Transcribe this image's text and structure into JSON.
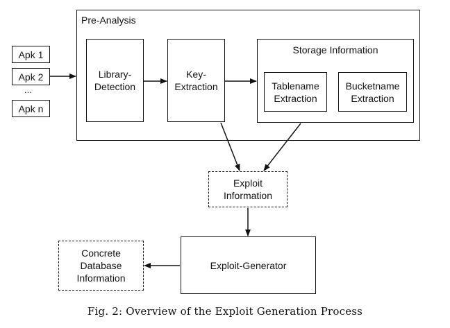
{
  "diagram": {
    "inputs": [
      "Apk 1",
      "Apk 2",
      "...",
      "Apk n"
    ],
    "pre_analysis": {
      "title": "Pre-Analysis",
      "library_detection": "Library-\nDetection",
      "key_extraction": "Key-\nExtraction",
      "storage_information": {
        "title": "Storage Information",
        "tablename_extraction": "Tablename\nExtraction",
        "bucketname_extraction": "Bucketname\nExtraction"
      }
    },
    "exploit_information": "Exploit\nInformation",
    "exploit_generator": "Exploit-Generator",
    "concrete_database_information": "Concrete\nDatabase\nInformation"
  },
  "caption": "Fig. 2: Overview of the Exploit Generation Process"
}
